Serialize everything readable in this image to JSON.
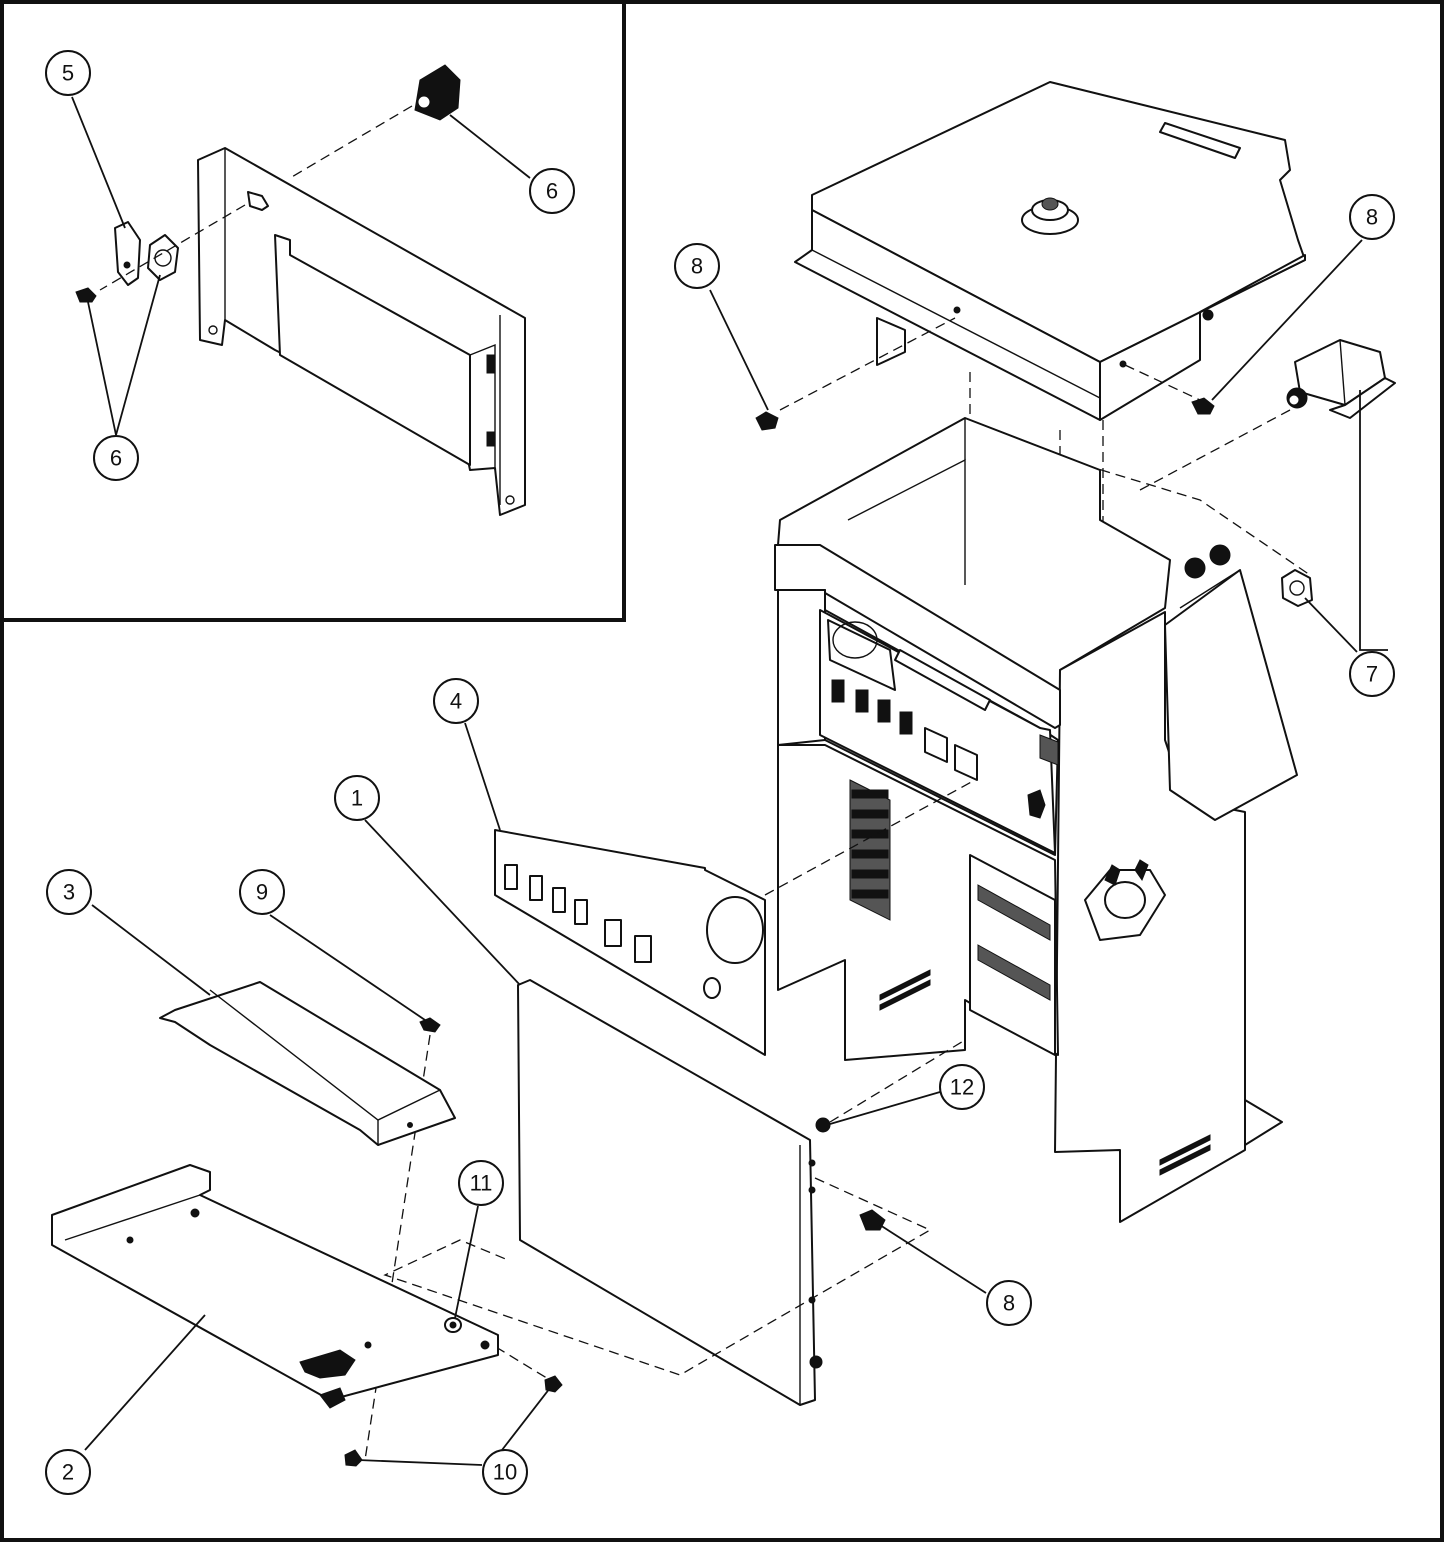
{
  "callouts": [
    {
      "id": "c5",
      "label": "5"
    },
    {
      "id": "c6a",
      "label": "6"
    },
    {
      "id": "c6b",
      "label": "6"
    },
    {
      "id": "c8a",
      "label": "8"
    },
    {
      "id": "c8b",
      "label": "8"
    },
    {
      "id": "c7",
      "label": "7"
    },
    {
      "id": "c4",
      "label": "4"
    },
    {
      "id": "c1",
      "label": "1"
    },
    {
      "id": "c3",
      "label": "3"
    },
    {
      "id": "c9",
      "label": "9"
    },
    {
      "id": "c12",
      "label": "12"
    },
    {
      "id": "c11",
      "label": "11"
    },
    {
      "id": "c8c",
      "label": "8"
    },
    {
      "id": "c2",
      "label": "2"
    },
    {
      "id": "c10",
      "label": "10"
    }
  ]
}
